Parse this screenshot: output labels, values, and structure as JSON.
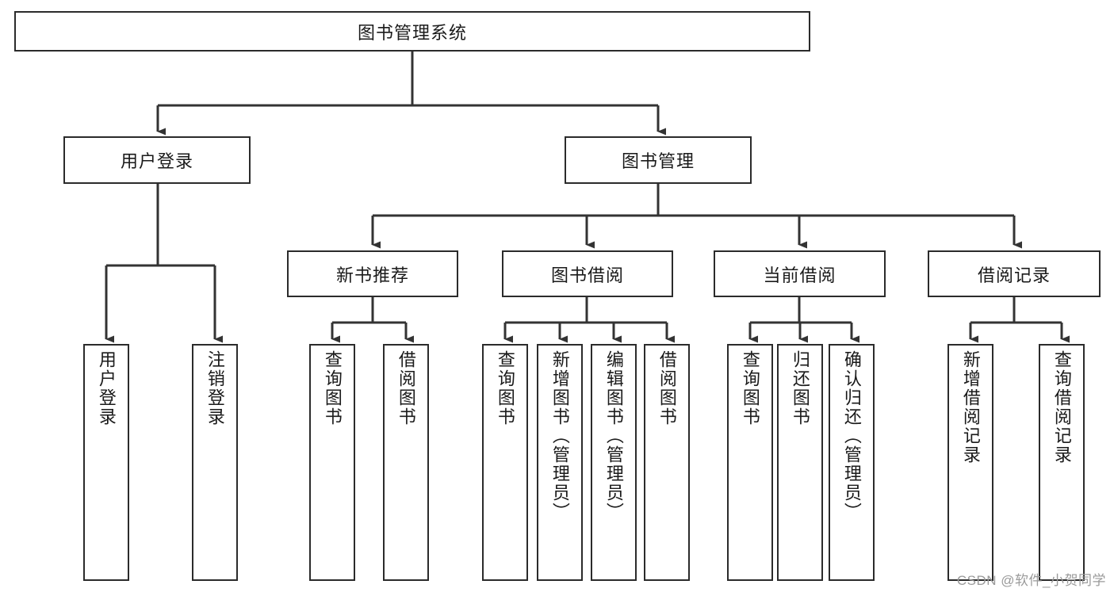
{
  "diagram": {
    "title": "图书管理系统",
    "type": "tree",
    "watermark": "CSDN @软件_小贺同学",
    "colors": {
      "box_border": "#2b2b2b",
      "box_fill": "#ffffff",
      "edge": "#333333",
      "text": "#1a1a1a",
      "watermark": "#9a9a9a",
      "background": "#ffffff"
    },
    "nodes": {
      "root": {
        "label": "图书管理系统",
        "orientation": "horizontal"
      },
      "l2": [
        {
          "id": "user-login",
          "label": "用户登录",
          "orientation": "horizontal"
        },
        {
          "id": "book-manage",
          "label": "图书管理",
          "orientation": "horizontal"
        }
      ],
      "l3": [
        {
          "id": "new-book-recommend",
          "label": "新书推荐",
          "orientation": "horizontal"
        },
        {
          "id": "book-borrow",
          "label": "图书借阅",
          "orientation": "horizontal"
        },
        {
          "id": "current-borrow",
          "label": "当前借阅",
          "orientation": "horizontal"
        },
        {
          "id": "borrow-record",
          "label": "借阅记录",
          "orientation": "horizontal"
        }
      ],
      "leaves": {
        "user_login": [
          {
            "id": "leaf-user-login",
            "label": "用户登录",
            "orientation": "vertical"
          },
          {
            "id": "leaf-logout-login",
            "label": "注销登录",
            "orientation": "vertical"
          }
        ],
        "new_book_recommend": [
          {
            "id": "leaf-query-book-1",
            "label": "查询图书",
            "orientation": "vertical"
          },
          {
            "id": "leaf-borrow-book-1",
            "label": "借阅图书",
            "orientation": "vertical"
          }
        ],
        "book_borrow": [
          {
            "id": "leaf-query-book-2",
            "label": "查询图书",
            "orientation": "vertical"
          },
          {
            "id": "leaf-add-book",
            "label": "新增图书（管理员）",
            "orientation": "vertical"
          },
          {
            "id": "leaf-edit-book",
            "label": "编辑图书（管理员）",
            "orientation": "vertical"
          },
          {
            "id": "leaf-borrow-book-2",
            "label": "借阅图书",
            "orientation": "vertical"
          }
        ],
        "current_borrow": [
          {
            "id": "leaf-query-book-3",
            "label": "查询图书",
            "orientation": "vertical"
          },
          {
            "id": "leaf-return-book",
            "label": "归还图书",
            "orientation": "vertical"
          },
          {
            "id": "leaf-confirm-return",
            "label": "确认归还（管理员）",
            "orientation": "vertical"
          }
        ],
        "borrow_record": [
          {
            "id": "leaf-add-borrow-record",
            "label": "新增借阅记录",
            "orientation": "vertical"
          },
          {
            "id": "leaf-query-borrow-record",
            "label": "查询借阅记录",
            "orientation": "vertical"
          }
        ]
      }
    }
  }
}
